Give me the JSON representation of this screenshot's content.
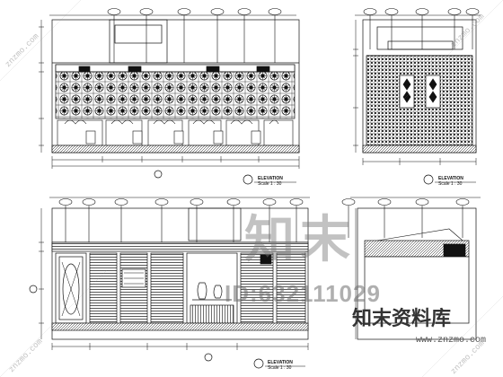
{
  "drawing": {
    "elevation_a": {
      "title": "ELEVATION",
      "scale": "Scale 1 : 30"
    },
    "elevation_b": {
      "title": "ELEVATION",
      "scale": "Scale 1 : 30"
    },
    "elevation_c": {
      "title": "ELEVATION",
      "scale": "Scale 1 : 30"
    }
  },
  "watermark": {
    "big_text": "知末",
    "drawing_id": "ID:632111029",
    "brand": "知末资料库",
    "url": "www.znzmo.com",
    "diagonal": "znzmo.com"
  },
  "colors": {
    "line": "#111111",
    "watermark": "#888888"
  }
}
